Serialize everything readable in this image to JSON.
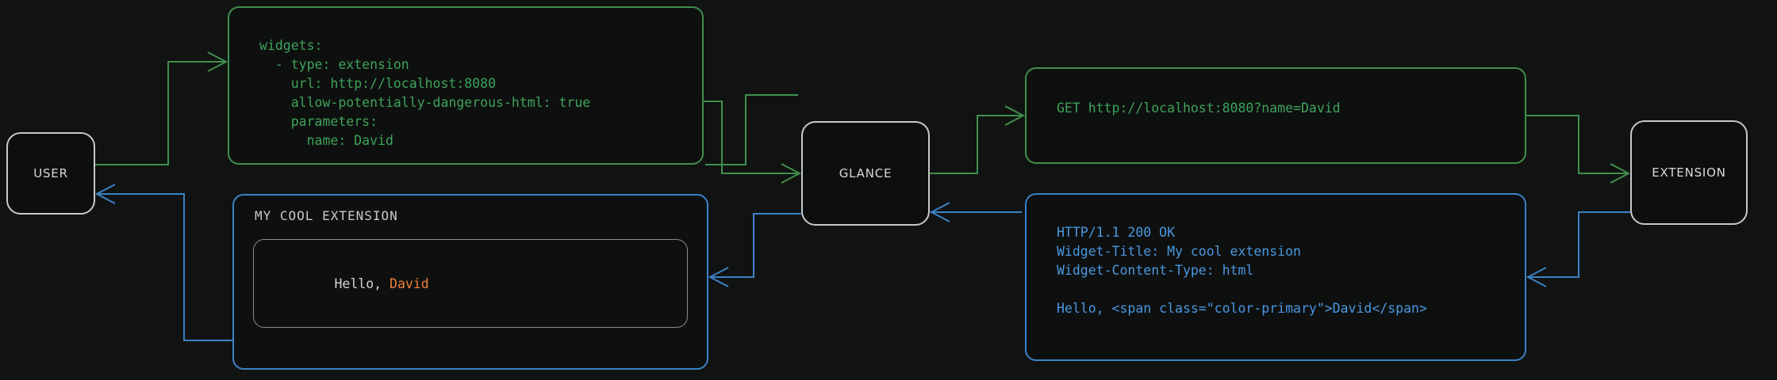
{
  "colors": {
    "background": "#111312",
    "request_green": "#3ea35a",
    "response_blue": "#4a97e0",
    "node_border": "#c8c8c8",
    "accent_orange": "#f0803c",
    "widget_text": "#d3d3d3"
  },
  "nodes": {
    "user": {
      "label": "USER"
    },
    "glance": {
      "label": "GLANCE"
    },
    "extension": {
      "label": "EXTENSION"
    }
  },
  "messages": {
    "yaml_config": {
      "text": "widgets:\n  - type: extension\n    url: http://localhost:8080\n    allow-potentially-dangerous-html: true\n    parameters:\n      name: David"
    },
    "http_request": {
      "text": "GET http://localhost:8080?name=David"
    },
    "http_response": {
      "text": "HTTP/1.1 200 OK\nWidget-Title: My cool extension\nWidget-Content-Type: html\n\nHello, <span class=\"color-primary\">David</span>"
    }
  },
  "widget": {
    "title": "MY COOL EXTENSION",
    "greeting_prefix": "Hello, ",
    "greeting_name": "David"
  },
  "flow": {
    "step_1": "USER config to GLANCE",
    "step_2": "GLANCE request to EXTENSION",
    "step_3": "EXTENSION response to GLANCE",
    "step_4": "GLANCE rendered widget to USER"
  }
}
